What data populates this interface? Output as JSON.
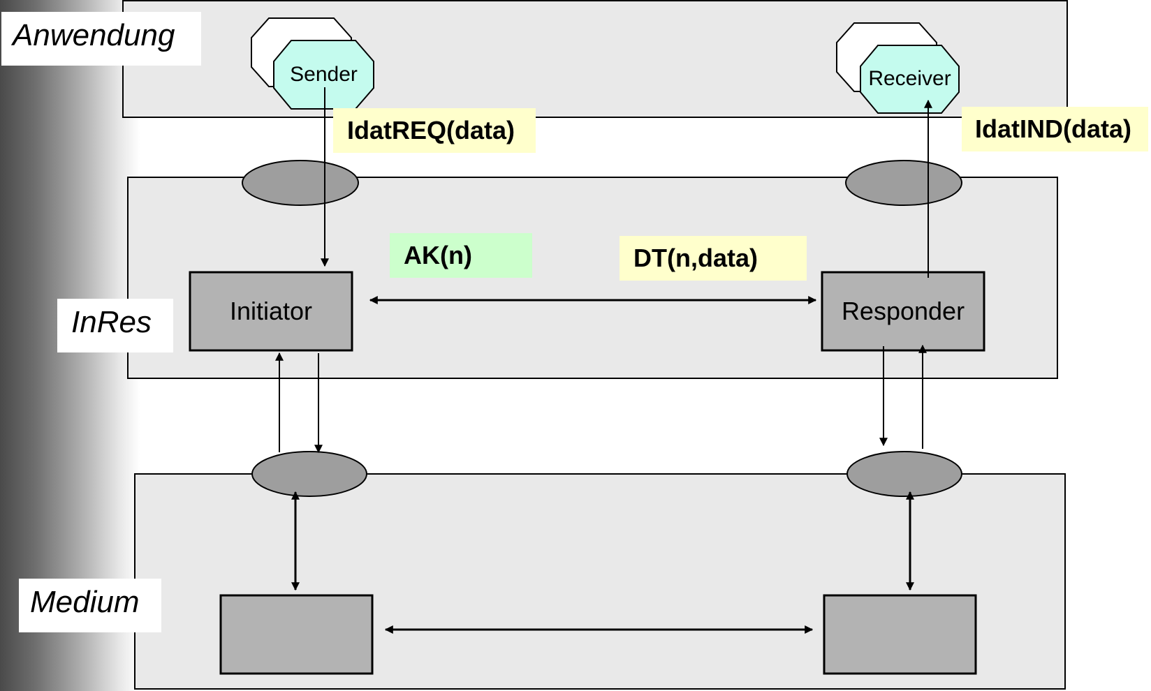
{
  "layers": {
    "application": "Anwendung",
    "inres": "InRes",
    "medium": "Medium"
  },
  "application": {
    "sender": "Sender",
    "receiver": "Receiver"
  },
  "inres": {
    "initiator": "Initiator",
    "responder": "Responder"
  },
  "messages": {
    "request": "IdatREQ(data)",
    "indication": "IdatIND(data)",
    "ack": "AK(n)",
    "data": "DT(n,data)"
  },
  "colors": {
    "layer_fill": "#e9e9e9",
    "entity_fill": "#b3b3b3",
    "sap_fill": "#9e9e9e",
    "process_fill": "#c4fbee",
    "request_label_bg": "#ffffcc",
    "ack_label_bg": "#ccffcc"
  }
}
